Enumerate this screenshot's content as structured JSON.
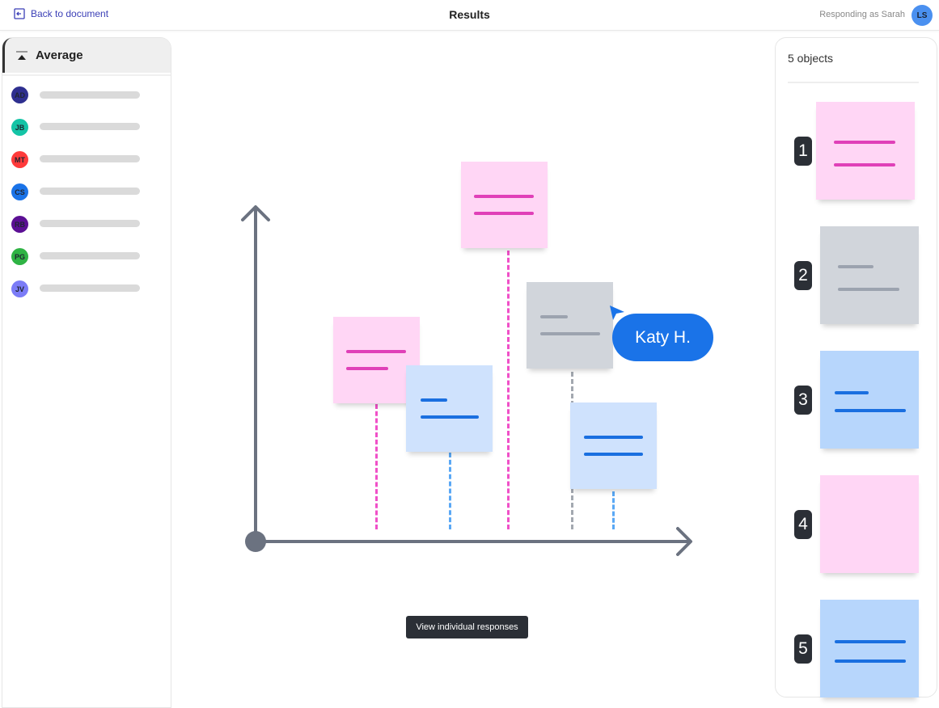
{
  "header": {
    "back_label": "Back to document",
    "title": "Results",
    "responding": "Responding as Sarah",
    "user_initials": "LS"
  },
  "sidebar": {
    "heading": "Average",
    "respondents": [
      {
        "initials": "AD",
        "color": "#2e2f8f"
      },
      {
        "initials": "JB",
        "color": "#14c4a6"
      },
      {
        "initials": "MT",
        "color": "#ff3b3b"
      },
      {
        "initials": "CS",
        "color": "#1a73e8"
      },
      {
        "initials": "RB",
        "color": "#5b0f94"
      },
      {
        "initials": "PG",
        "color": "#2fb344"
      },
      {
        "initials": "JV",
        "color": "#7b7cf7"
      }
    ]
  },
  "canvas": {
    "cursor_label": "Katy H.",
    "tooltip": "View individual responses"
  },
  "objects": {
    "count_label": "5 objects",
    "items": [
      {
        "rank": "1",
        "color": "pink"
      },
      {
        "rank": "2",
        "color": "gray"
      },
      {
        "rank": "3",
        "color": "blue"
      },
      {
        "rank": "4",
        "color": "pink"
      },
      {
        "rank": "5",
        "color": "blue"
      }
    ]
  }
}
